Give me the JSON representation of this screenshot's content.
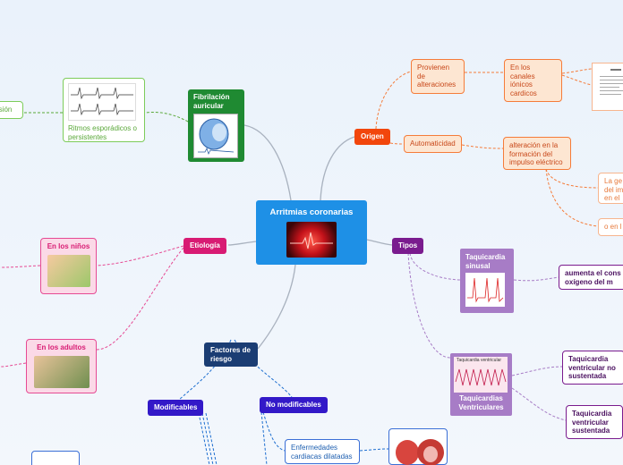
{
  "center": {
    "title": "Arritmias coronarias"
  },
  "nodes": {
    "origen": "Origen",
    "provienen": "Provienen de alteraciones",
    "canales": "En los canales iónicos cardicos",
    "automaticidad": "Automaticidad",
    "alteracion": "alteración en la formación del impulso eléctrico",
    "la_ge": "La ge del im en el",
    "o_en": "o en l",
    "fibrilacion": "Fibrilación auricular",
    "ritmos": "Ritmos esporádicos o persistentes",
    "rsion": "rsión",
    "etiologia": "Etiología",
    "ninos": "En los niños",
    "adultos": "En los adultos",
    "tipos": "Tipos",
    "taqui_sinusal": "Taquicardia sinusal",
    "aumenta": "aumenta el cons de oxígeno del m",
    "taqui_vent": "Taquicardias Ventriculares",
    "taqui_vent_img_label": "Taquicardia ventricular",
    "no_sostenida": "Taquicardia ventricular no sustentada",
    "sostenida": "Taquicardia ventricular sustentada",
    "factores": "Factores de riesgo",
    "modificables": "Modificables",
    "no_modificables": "No modificables",
    "enfermedades": "Enfermedades cardiacas dilatadas"
  },
  "colors": {
    "center": "#1e90e6",
    "origen": "#f2460c",
    "etiologia": "#d81b73",
    "tipos": "#7a1b8e",
    "factores": "#1b3d73",
    "fibrilacion": "#1f8a32"
  }
}
